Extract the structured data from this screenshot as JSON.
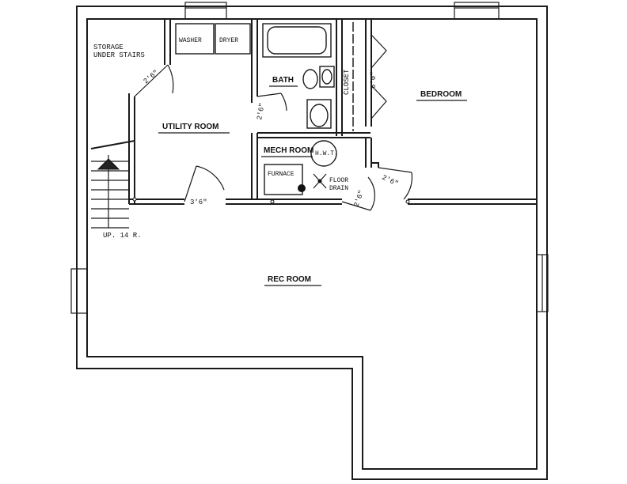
{
  "rooms": {
    "rec_room": "REC ROOM",
    "utility_room": "UTILITY ROOM",
    "bedroom": "BEDROOM",
    "bath": "BATH",
    "mech_room": "MECH ROOM",
    "closet": "CLOSET"
  },
  "fixtures": {
    "washer": "WASHER",
    "dryer": "DRYER",
    "furnace": "FURNACE",
    "hwt": "H.W.T.",
    "floor_drain_line1": "FLOOR",
    "floor_drain_line2": "DRAIN",
    "storage_line1": "STORAGE",
    "storage_line2": "UNDER STAIRS"
  },
  "doors": {
    "utility_stair": "2'6\"",
    "utility_rec": "3'6\"",
    "bath": "2'6\"",
    "closet": "6'0\"",
    "mech": "2'6\"",
    "bedroom": "2'6\""
  },
  "stairs": {
    "label": "UP. 14 R."
  }
}
